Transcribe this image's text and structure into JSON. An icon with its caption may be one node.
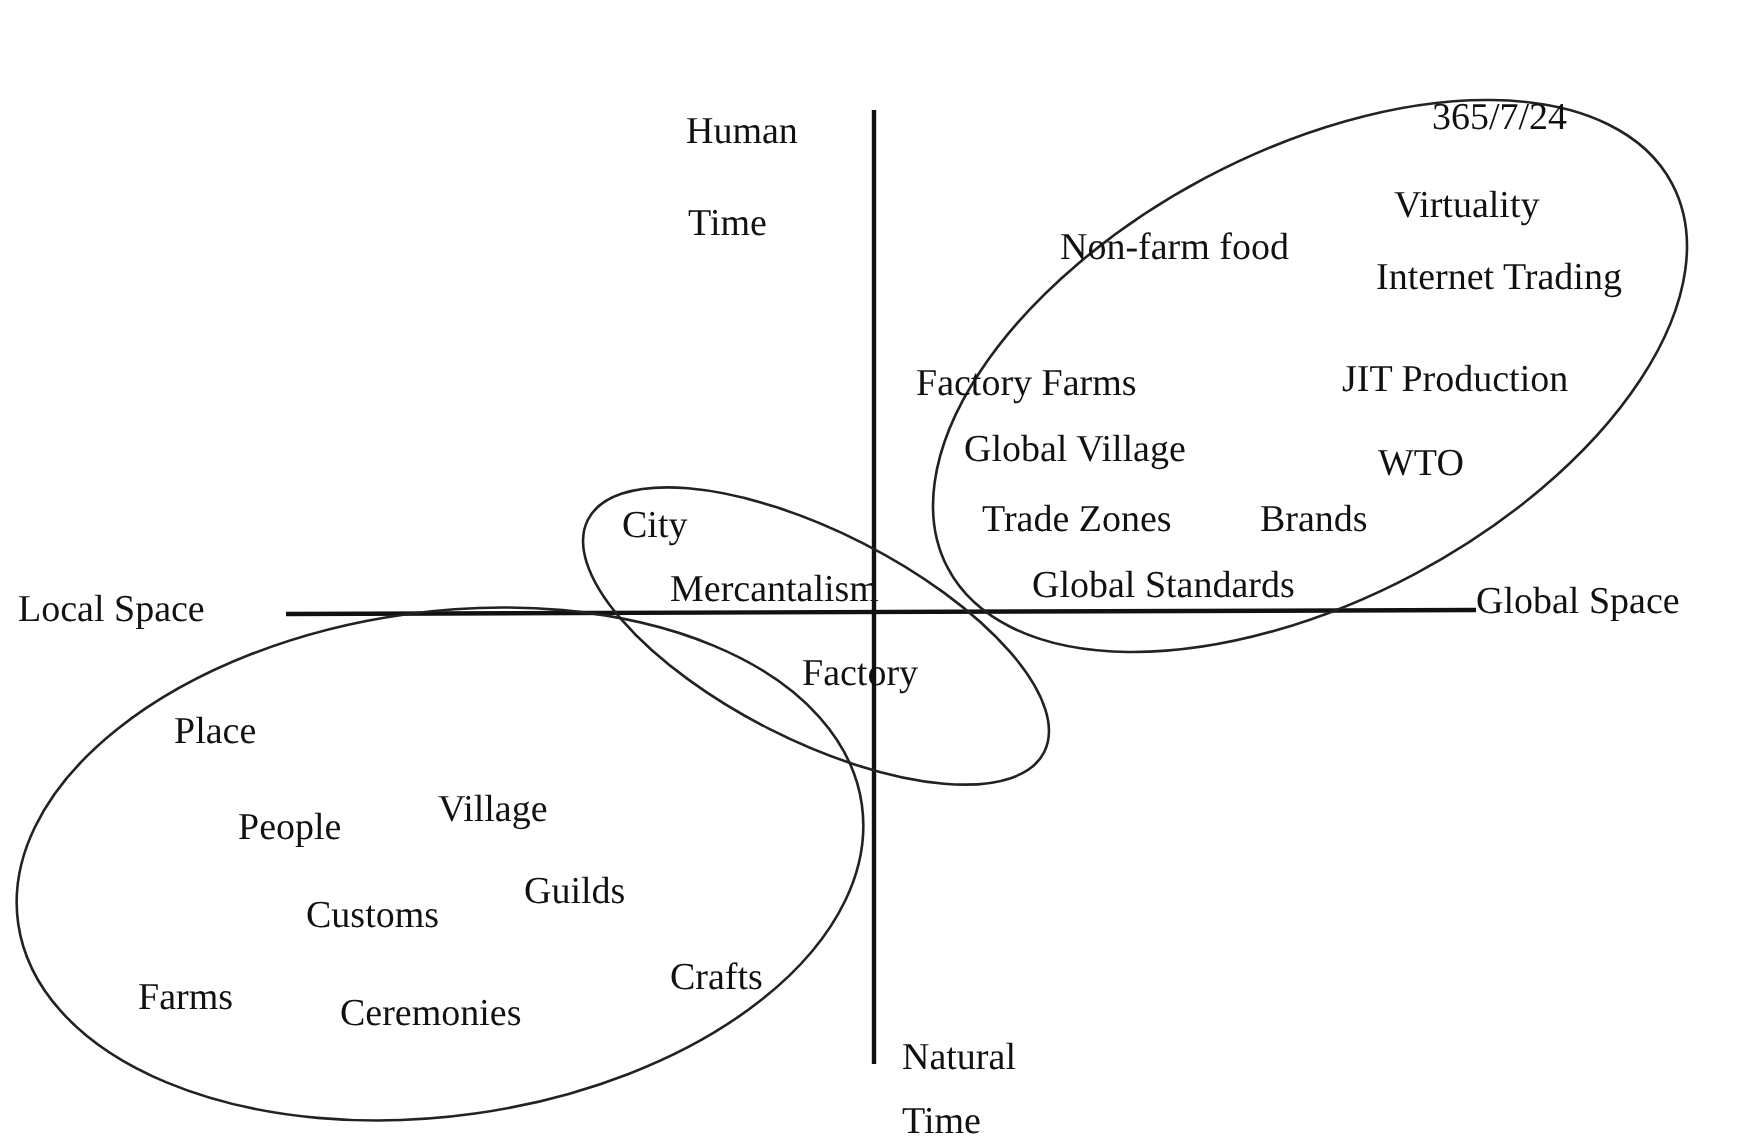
{
  "diagram": {
    "nodes": [
      {
        "text": [
          "365/7/24",
          "Virtuality",
          "Non-farm food",
          "Internet Trading",
          "Factory Farms",
          "JIT Production",
          "Global Village",
          "WTO",
          "Trade Zones",
          "Brands",
          "Global Standards"
        ]
      },
      {
        "text": [
          "City",
          "Mercantalism",
          "Factory"
        ]
      },
      {
        "text": [
          "Place",
          "People",
          "Village",
          "Customs",
          "Guilds",
          "Farms",
          "Ceremonies",
          "Crafts"
        ]
      }
    ],
    "labels": [
      "Human",
      "Time",
      "Local Space",
      "Global Space",
      "Natural",
      "Time"
    ]
  }
}
